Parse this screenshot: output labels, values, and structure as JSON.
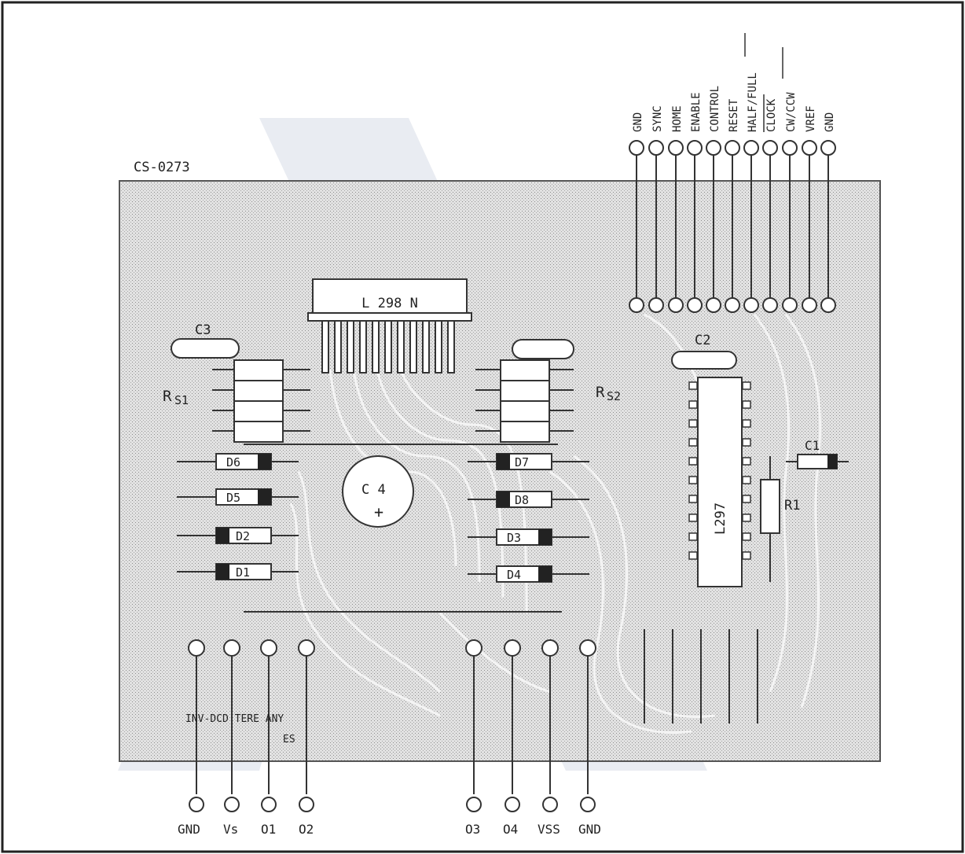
{
  "board_code": "CS-0273",
  "chips": {
    "driver": "L 298 N",
    "controller": "L297"
  },
  "capacitors": {
    "c1": "C1",
    "c2": "C2",
    "c3": "C3",
    "c4": "C 4",
    "c4_polarity": "+"
  },
  "sense_resistors": {
    "rs1_main": "R",
    "rs1_sub": "S1",
    "rs2_main": "R",
    "rs2_sub": "S2"
  },
  "resistor": "R1",
  "diodes_left": [
    "D6",
    "D5",
    "D2",
    "D1"
  ],
  "diodes_right": [
    "D7",
    "D8",
    "D3",
    "D4"
  ],
  "top_connector_labels": [
    "GND",
    "SYNC",
    "HOME",
    "ENABLE",
    "CONTROL",
    "RESET",
    "HALF/FULL",
    "CLOCK",
    "CW/CCW",
    "VREF",
    "GND"
  ],
  "bottom_left_labels": [
    "GND",
    "Vs",
    "O1",
    "O2"
  ],
  "bottom_right_labels": [
    "O3",
    "O4",
    "VSS",
    "GND"
  ],
  "board_mirror_text": "INV-DCD  TERE ANY",
  "board_mirror_sub": "ES"
}
